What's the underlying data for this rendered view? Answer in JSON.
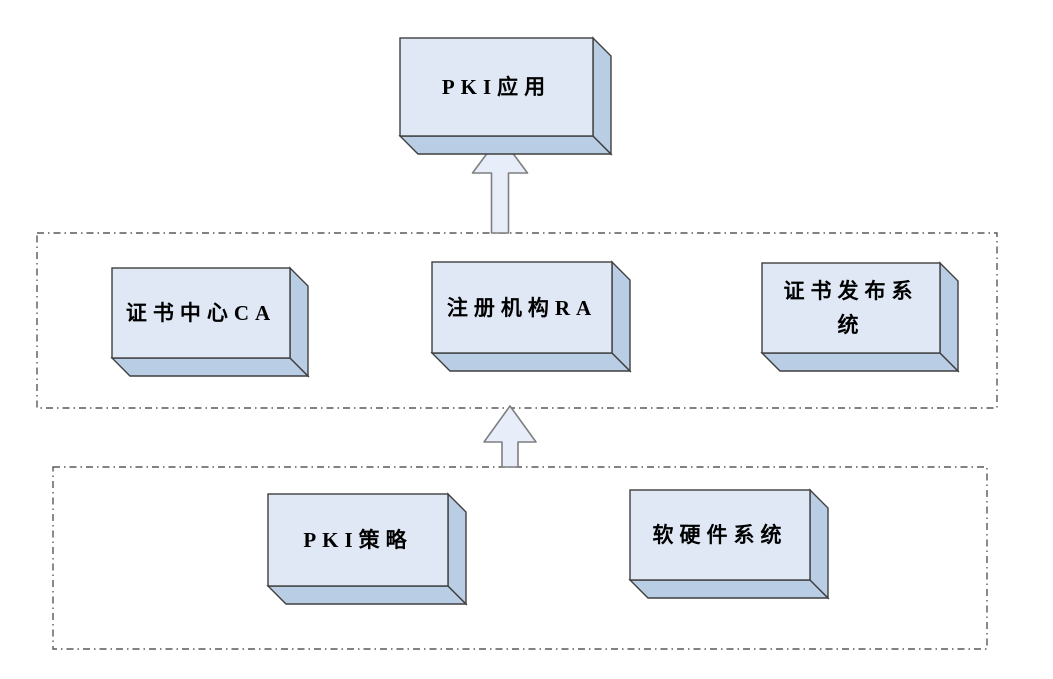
{
  "boxes": {
    "pki_application": {
      "label": "PKI应用"
    },
    "certificate_authority": {
      "label": "证书中心CA"
    },
    "registration_authority": {
      "label": "注册机构RA"
    },
    "certificate_publishing_system": {
      "label": "证书发布系统"
    },
    "pki_policy": {
      "label": "PKI策略"
    },
    "software_hardware_system": {
      "label": "软硬件系统"
    }
  },
  "arrows": {
    "middle_to_top": {
      "direction": "up"
    },
    "bottom_to_middle": {
      "direction": "up"
    }
  },
  "colors": {
    "background": "#ffffff",
    "box_front": "#dfe8f4",
    "box_side": "#b9cde5",
    "box_border": "#3f3f3f",
    "arrow_fill": "#e8eef9",
    "arrow_border": "#7f7f7f",
    "container_border": "#595959",
    "text": "#000000"
  }
}
